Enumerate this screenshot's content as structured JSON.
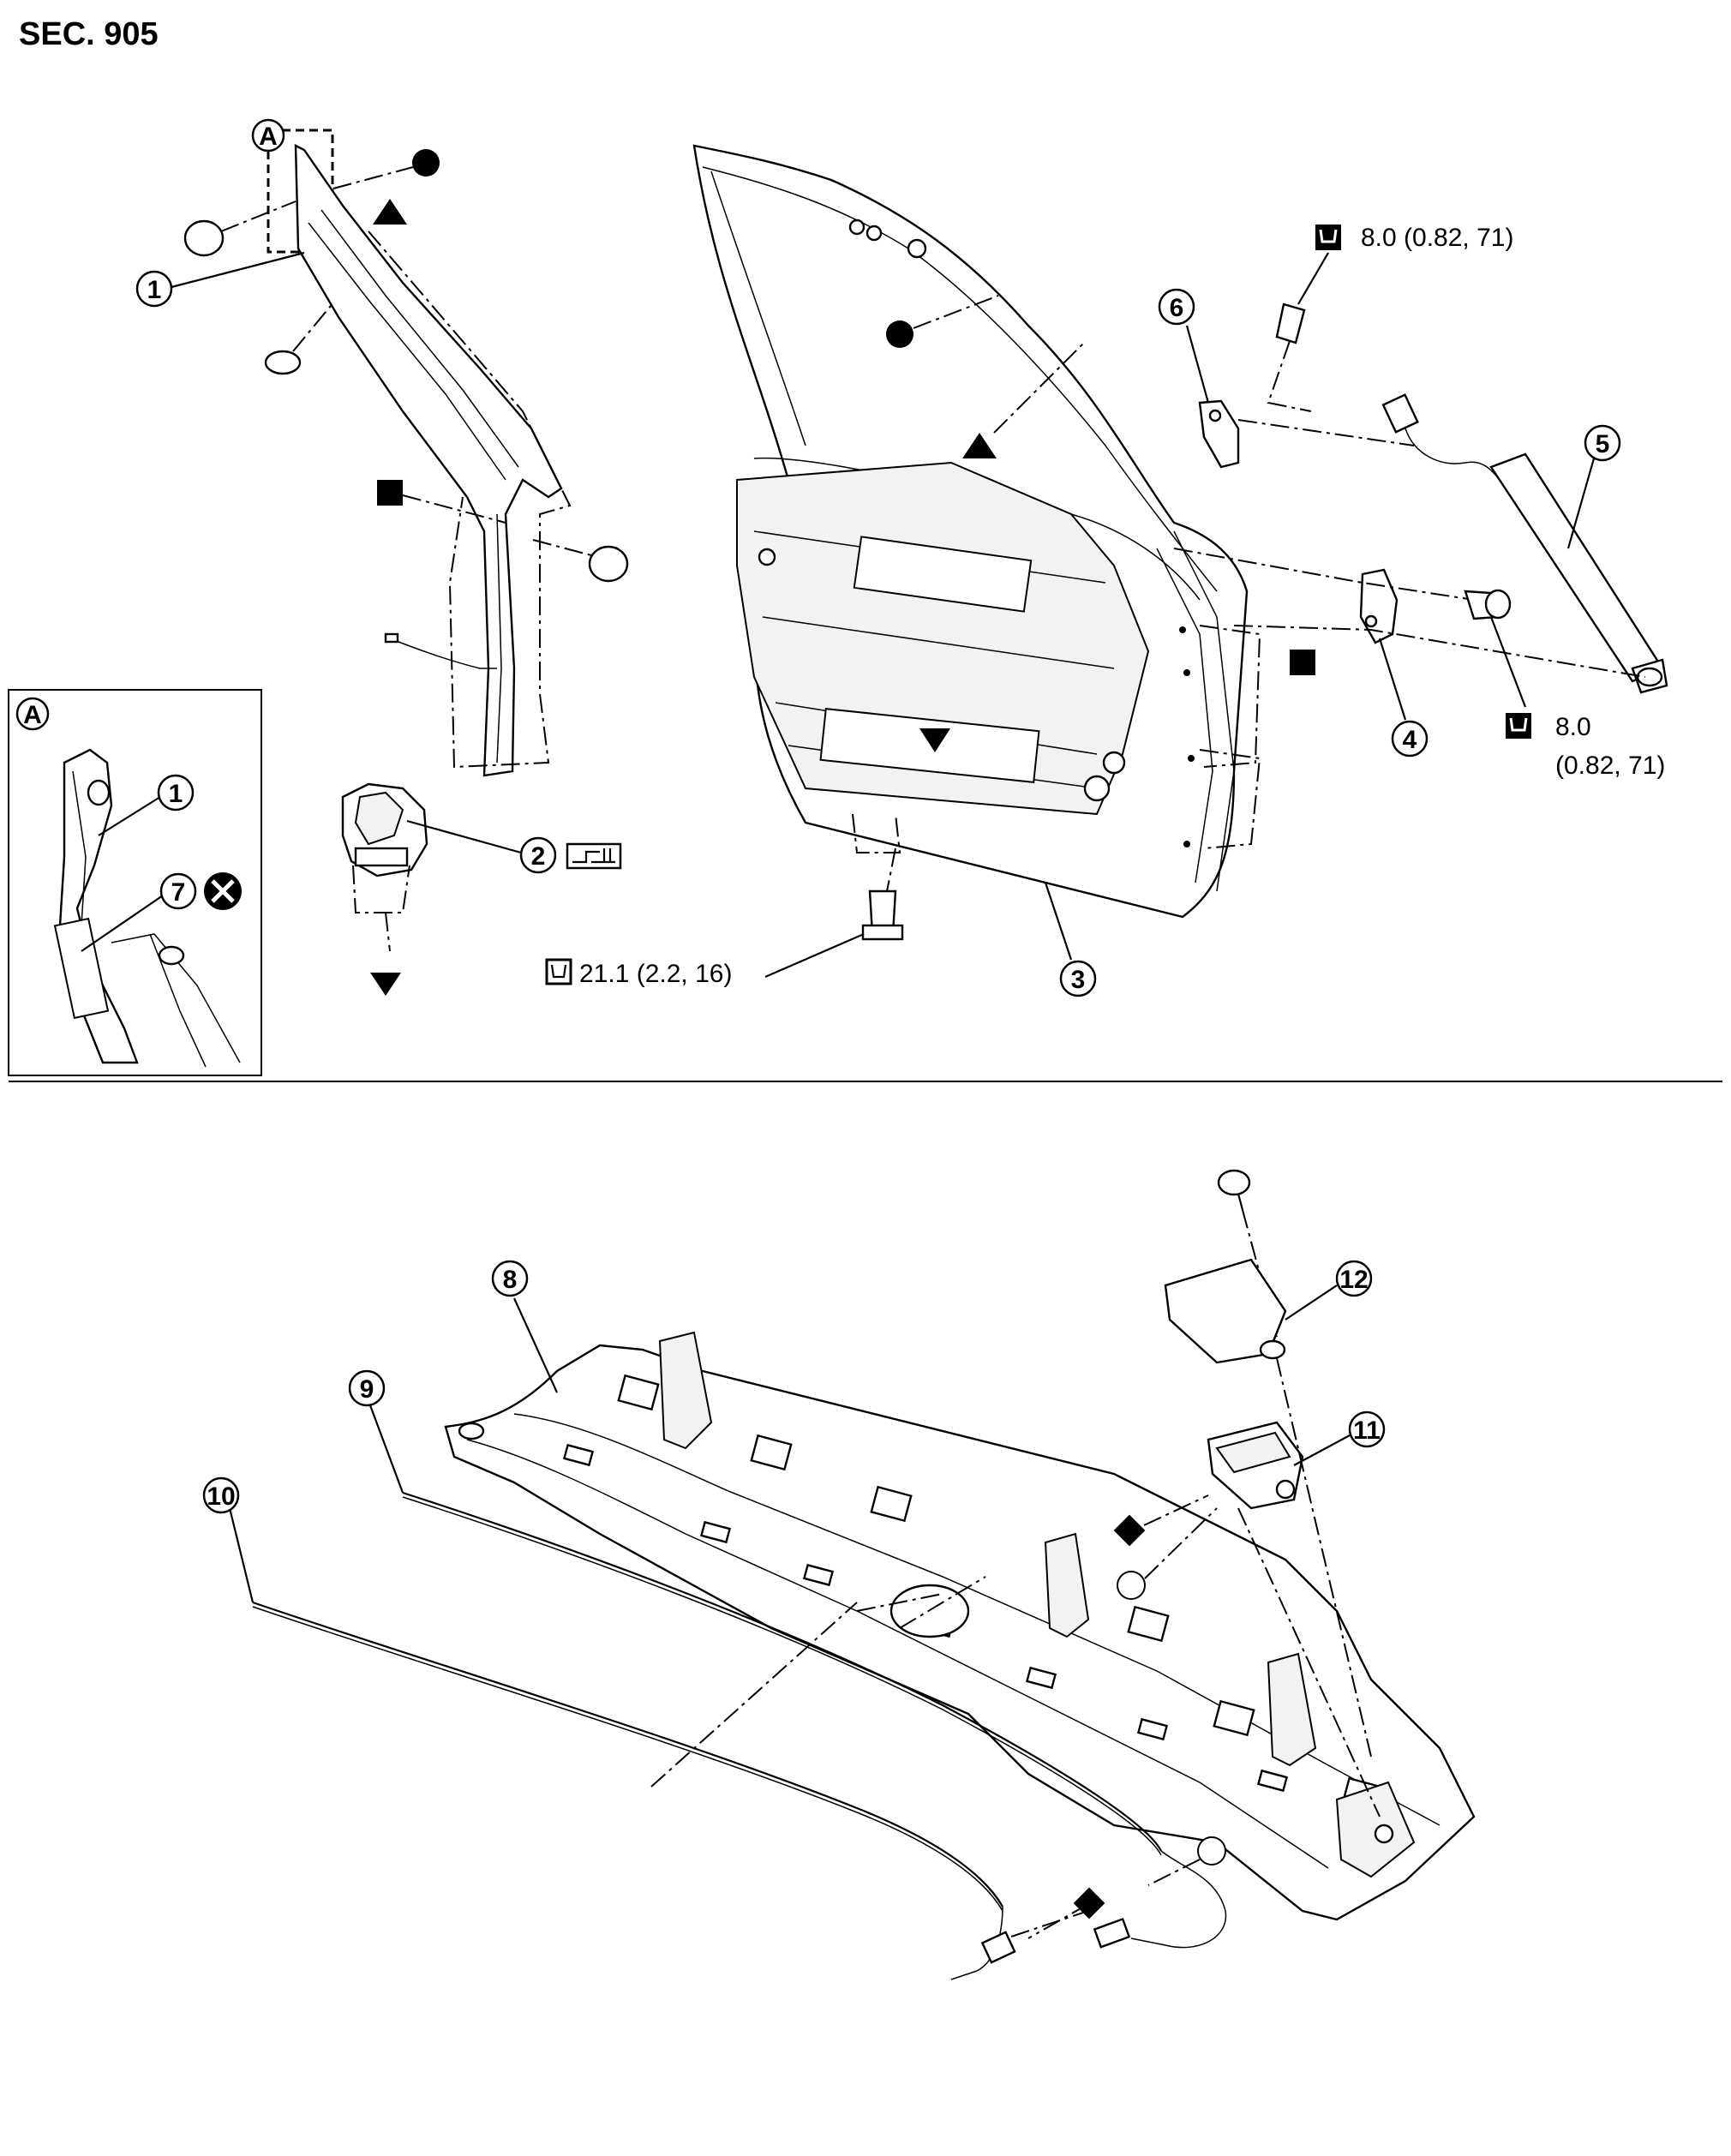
{
  "section_label": "SEC. 905",
  "view_ref": "A",
  "parts": {
    "p1": "1",
    "p2": "2",
    "p3": "3",
    "p4": "4",
    "p5": "5",
    "p6": "6",
    "p7": "7",
    "p8": "8",
    "p9": "9",
    "p10": "10",
    "p11": "11",
    "p12": "12"
  },
  "torques": {
    "t_upper_bolt": "8.0 (0.82, 71)",
    "t_stud_line1": "8.0",
    "t_stud_line2": "(0.82, 71)",
    "t_lower_bolt": "21.1 (2.2, 16)"
  },
  "symbols": {
    "wrench": "torque-wrench-icon",
    "grease": "grease-icon",
    "no_reuse": "do-not-reuse-icon"
  }
}
